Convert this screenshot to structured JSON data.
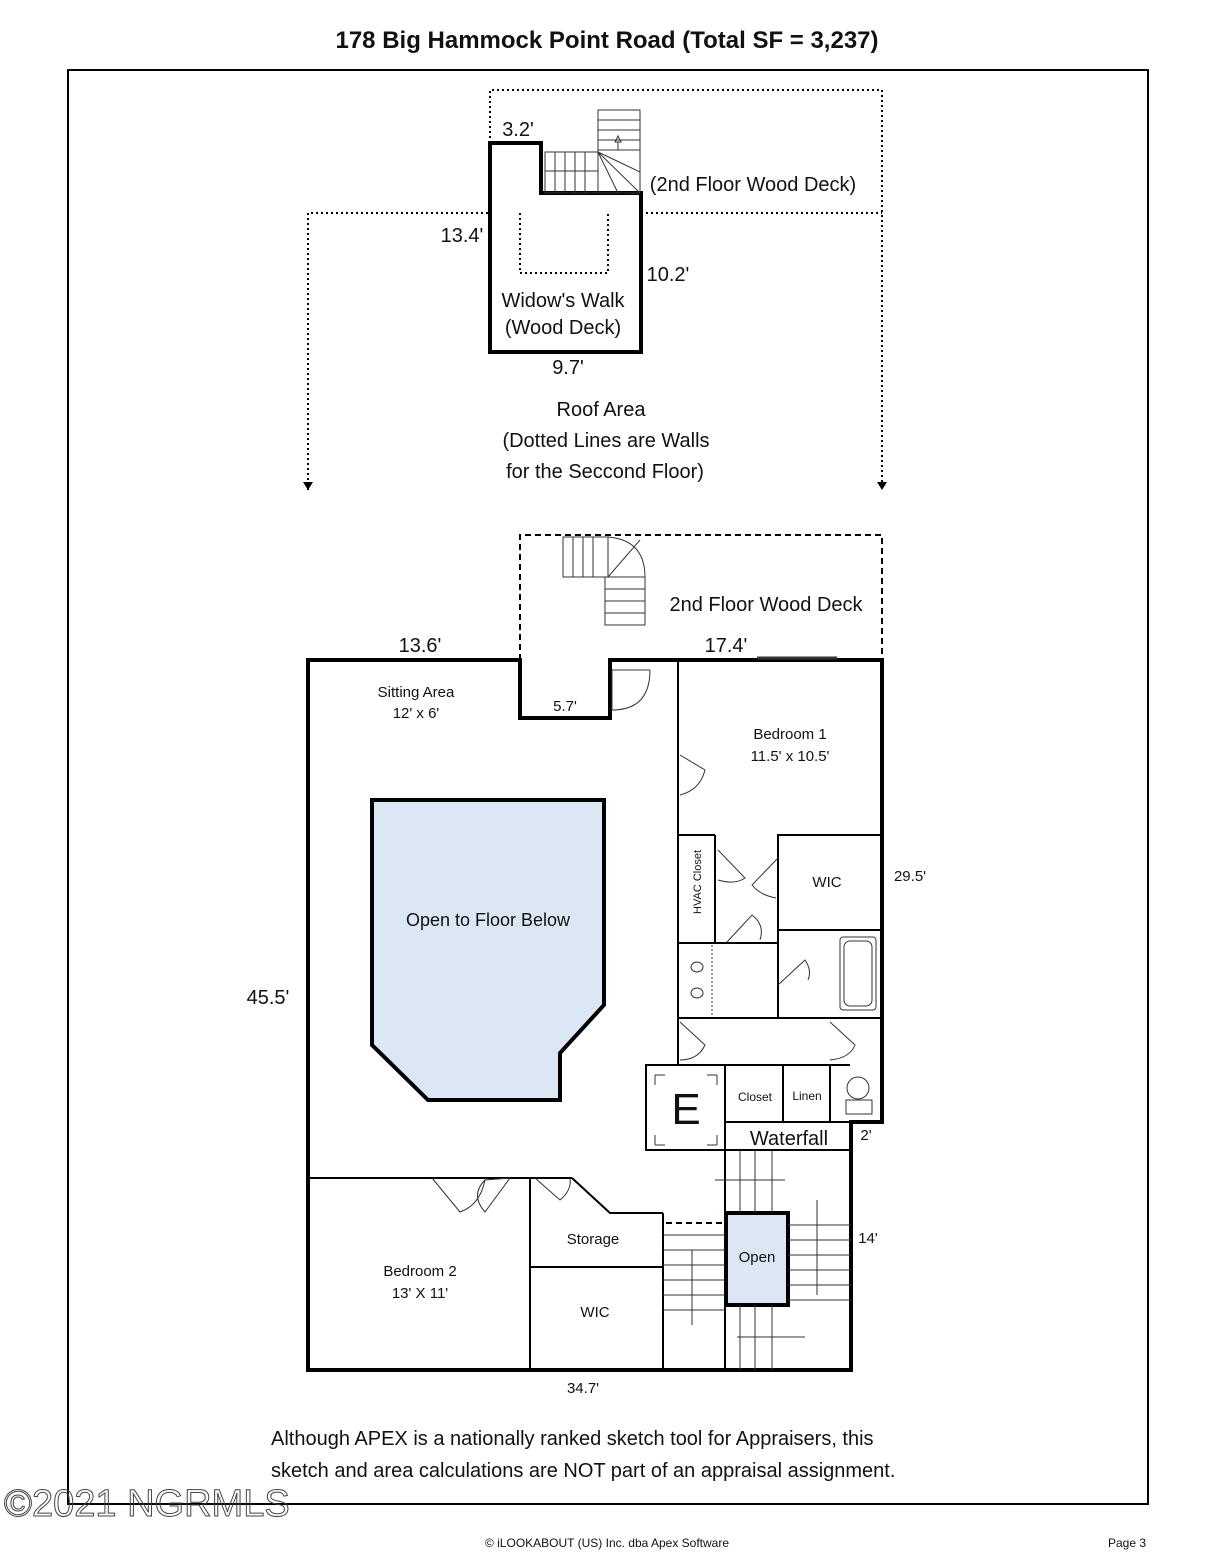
{
  "title": "178 Big Hammock Point Road   (Total SF = 3,237)",
  "upper": {
    "dim_top": "3.2'",
    "deck_label": "(2nd Floor Wood Deck)",
    "dim_left": "13.4'",
    "dim_right": "10.2'",
    "widows_walk_1": "Widow's Walk",
    "widows_walk_2": "(Wood Deck)",
    "dim_bottom": "9.7'",
    "roof_1": "Roof Area",
    "roof_2": "(Dotted Lines are Walls",
    "roof_3": "for the Seccond Floor)"
  },
  "main": {
    "deck_label": "2nd Floor Wood Deck",
    "dim_136": "13.6'",
    "dim_174": "17.4'",
    "dim_57": "5.7'",
    "sitting_1": "Sitting Area",
    "sitting_2": "12' x 6'",
    "bed1_1": "Bedroom 1",
    "bed1_2": "11.5' x 10.5'",
    "hvac": "HVAC Closet",
    "wic1": "WIC",
    "dim_295": "29.5'",
    "open_below": "Open to Floor Below",
    "dim_455": "45.5'",
    "elevator": "E",
    "closet": "Closet",
    "linen": "Linen",
    "waterfall": "Waterfall",
    "dim_2": "2'",
    "storage": "Storage",
    "open": "Open",
    "dim_14": "14'",
    "bed2_1": "Bedroom 2",
    "bed2_2": "13' X 11'",
    "wic2": "WIC",
    "dim_347": "34.7'"
  },
  "disclaimer_1": "Although APEX is a nationally ranked sketch tool for Appraisers, this",
  "disclaimer_2": "sketch and area calculations are NOT part of an appraisal assignment.",
  "watermark": "©2021 NGRMLS",
  "footer": "© iLOOKABOUT (US) Inc. dba Apex Software",
  "page": "Page 3",
  "colors": {
    "open_fill": "#dce7f5"
  }
}
